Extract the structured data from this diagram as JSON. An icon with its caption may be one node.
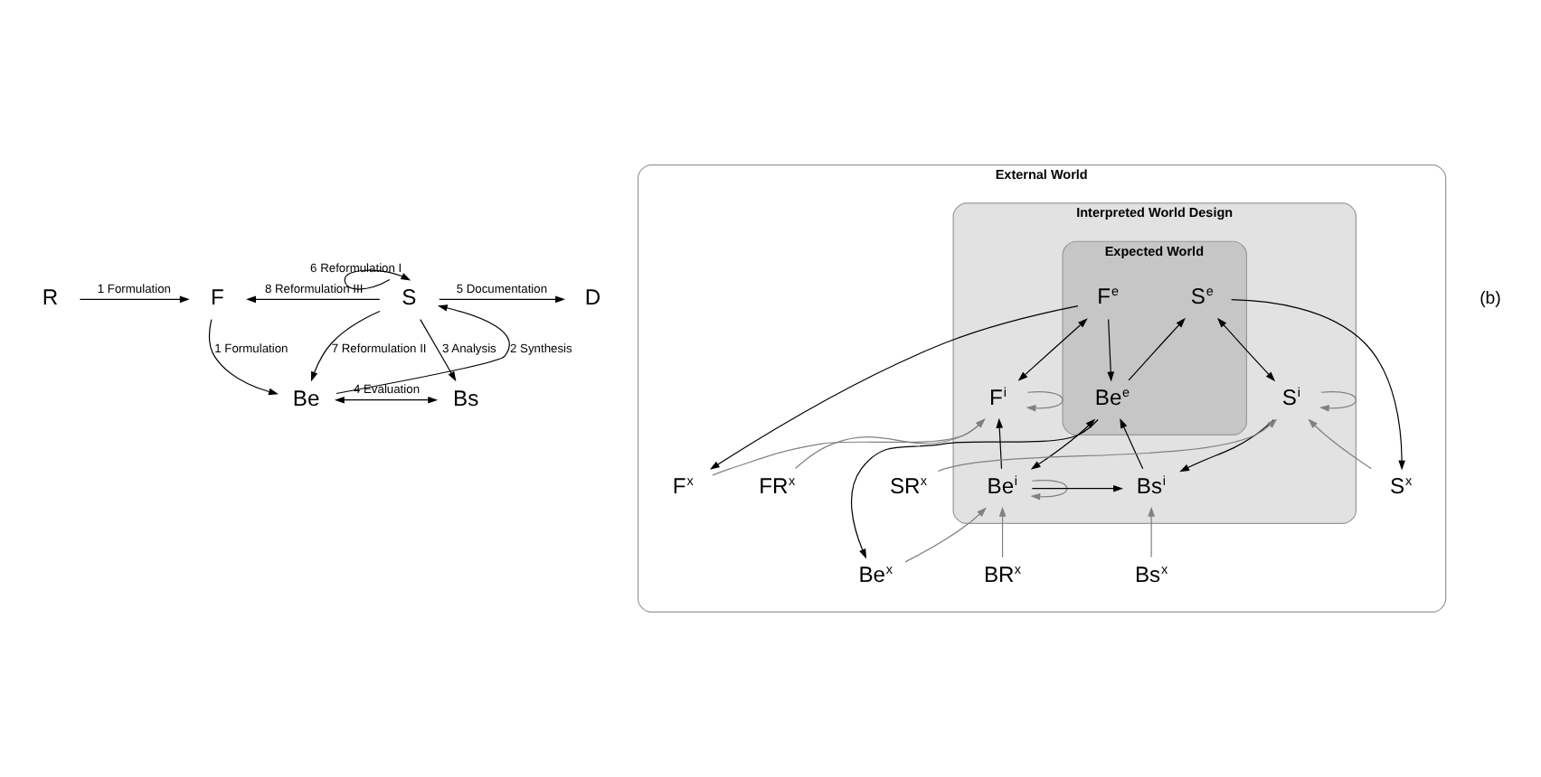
{
  "diagram": {
    "nodes": [
      {
        "text": [
          "R"
        ]
      },
      {
        "text": [
          "F"
        ]
      },
      {
        "text": [
          "S"
        ]
      },
      {
        "text": [
          "D"
        ]
      },
      {
        "text": [
          "Be"
        ]
      },
      {
        "text": [
          "Bs"
        ]
      },
      {
        "text": [
          "External World"
        ]
      },
      {
        "text": [
          "Interpreted World Design"
        ],
        "in": 6
      },
      {
        "text": [
          "Expected World"
        ],
        "in": 7
      },
      {
        "text": [
          "F$^{e}$"
        ],
        "in": 8
      },
      {
        "text": [
          "S$^{e}$"
        ],
        "in": 8
      },
      {
        "text": [
          "Be$^{e}$"
        ],
        "in": 8
      },
      {
        "text": [
          "F$^{i}$"
        ],
        "in": 7
      },
      {
        "text": [
          "S$^{i}$"
        ],
        "in": 7
      },
      {
        "text": [
          "Be$^{i}$"
        ],
        "in": 7
      },
      {
        "text": [
          "Bs$^{i}$"
        ],
        "in": 7
      },
      {
        "text": [
          "FR$^{x}$"
        ],
        "in": 6
      },
      {
        "text": [
          "F$^{x}$"
        ],
        "in": 6
      },
      {
        "text": [
          "BR$^{x}$"
        ],
        "in": 6
      },
      {
        "text": [
          "Be$^{x}$"
        ],
        "in": 6
      },
      {
        "text": [
          "Bs$^{x}$"
        ],
        "in": 6
      },
      {
        "text": [
          "S$^{x}$"
        ],
        "in": 6
      },
      {
        "text": [
          "SR$^{x}$"
        ],
        "in": 6
      }
    ],
    "edges": [
      {
        "from": 0,
        "to": 1,
        "arrow": "to",
        "label": "1 Formulation"
      },
      {
        "from": 1,
        "to": 4,
        "arrow": "to",
        "label": "1 Formulation"
      },
      {
        "from": 4,
        "to": 2,
        "arrow": "to",
        "label": "2 Synthesis"
      },
      {
        "from": 2,
        "to": 5,
        "arrow": "to",
        "label": "3 Analysis"
      },
      {
        "from": 4,
        "to": 5,
        "arrow": "both",
        "label": "4 Evaluation"
      },
      {
        "from": 2,
        "to": 3,
        "arrow": "to",
        "label": "5 Documentation"
      },
      {
        "from": 2,
        "to": 2,
        "arrow": "to",
        "label": "6 Reformulation I"
      },
      {
        "from": 2,
        "to": 4,
        "arrow": "to",
        "label": "7 Reformulation II"
      },
      {
        "from": 2,
        "to": 1,
        "arrow": "to",
        "label": "8 Reformulation III"
      },
      {
        "from": 9,
        "to": 12,
        "arrow": "both"
      },
      {
        "from": 9,
        "to": 17,
        "arrow": "to"
      },
      {
        "from": 9,
        "to": 11,
        "arrow": "to"
      },
      {
        "from": 11,
        "to": 10,
        "arrow": "to"
      },
      {
        "from": 10,
        "to": 13,
        "arrow": "both"
      },
      {
        "from": 10,
        "to": 21,
        "arrow": "to"
      },
      {
        "from": 11,
        "to": 19,
        "arrow": "to"
      },
      {
        "from": 11,
        "to": 14,
        "arrow": "both"
      },
      {
        "from": 15,
        "to": 11,
        "arrow": "to"
      },
      {
        "from": 14,
        "to": 15,
        "arrow": "to"
      },
      {
        "from": 13,
        "to": 15,
        "arrow": "to"
      },
      {
        "from": 14,
        "to": 12,
        "arrow": "to"
      },
      {
        "from": 12,
        "to": 12,
        "arrow": "to",
        "color": "#808080"
      },
      {
        "from": 13,
        "to": 13,
        "arrow": "to",
        "color": "#808080"
      },
      {
        "from": 14,
        "to": 14,
        "arrow": "to",
        "color": "#808080"
      },
      {
        "from": 16,
        "to": 12,
        "arrow": "to",
        "color": "#808080"
      },
      {
        "from": 17,
        "to": 12,
        "arrow": "to",
        "color": "#808080"
      },
      {
        "from": 18,
        "to": 14,
        "arrow": "to",
        "color": "#808080"
      },
      {
        "from": 19,
        "to": 14,
        "arrow": "to",
        "color": "#808080"
      },
      {
        "from": 20,
        "to": 15,
        "arrow": "to",
        "color": "#808080"
      },
      {
        "from": 21,
        "to": 13,
        "arrow": "to",
        "color": "#808080"
      },
      {
        "from": 22,
        "to": 13,
        "arrow": "to",
        "color": "#808080"
      }
    ],
    "labels": [
      "(b)"
    ]
  }
}
